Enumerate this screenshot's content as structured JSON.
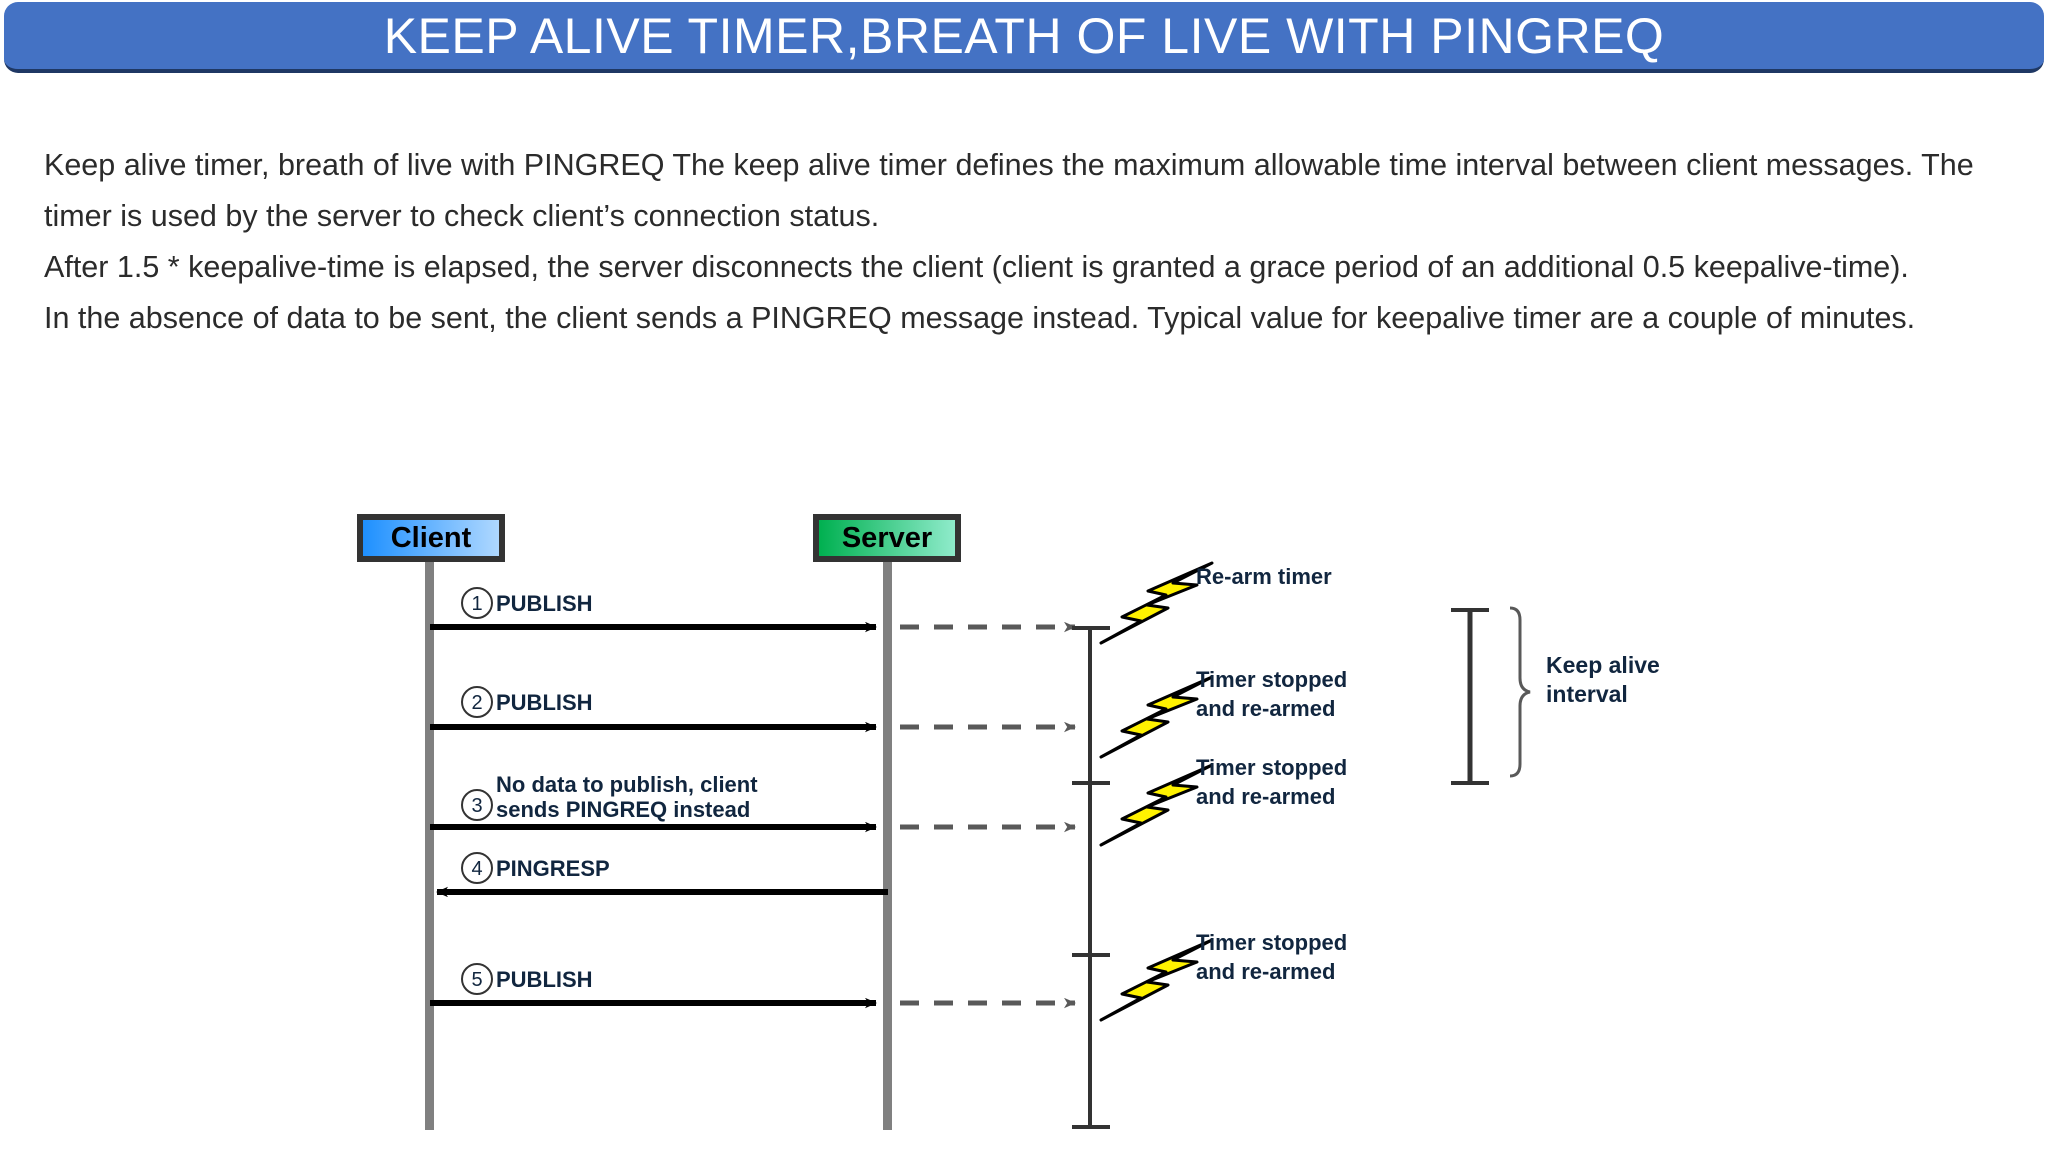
{
  "slide": {
    "title": "KEEP ALIVE TIMER,BREATH OF LIVE WITH PINGREQ",
    "title_bg_color": "#4472C4",
    "title_text_color": "#FFFFFF",
    "body_paragraphs": [
      "Keep alive timer, breath of live with PINGREQ The keep alive timer defines the maximum allowable time interval between client messages. The timer is used by the server to check client’s connection status.",
      " After 1.5 * keepalive-time is elapsed, the server disconnects the client (client is granted a grace period of an additional 0.5 keepalive-time).",
      "In the absence of data to be sent, the client sends a PINGREQ message instead. Typical value for keepalive timer are a couple of minutes."
    ]
  },
  "diagram": {
    "type": "sequence-diagram",
    "participants": [
      {
        "label": "Client",
        "color_start": "#1E90FF",
        "color_end": "#AFD8FF"
      },
      {
        "label": "Server",
        "color_start": "#00B050",
        "color_end": "#8FEBCB"
      }
    ],
    "messages": [
      {
        "number": "1",
        "label": "PUBLISH",
        "direction": "client-to-server"
      },
      {
        "number": "2",
        "label": "PUBLISH",
        "direction": "client-to-server"
      },
      {
        "number": "3",
        "label_line1": "No data to publish, client",
        "label_line2": "sends PINGREQ instead",
        "direction": "client-to-server"
      },
      {
        "number": "4",
        "label": "PINGRESP",
        "direction": "server-to-client"
      },
      {
        "number": "5",
        "label": "PUBLISH",
        "direction": "client-to-server"
      }
    ],
    "timer_events": [
      {
        "label_line1": "Re-arm timer",
        "label_line2": ""
      },
      {
        "label_line1": "Timer stopped",
        "label_line2": "and re-armed"
      },
      {
        "label_line1": "Timer stopped",
        "label_line2": "and re-armed"
      },
      {
        "label_line1": "Timer stopped",
        "label_line2": "and re-armed"
      }
    ],
    "interval_annotation": {
      "label_line1": "Keep alive",
      "label_line2": "interval"
    },
    "bolt_color": "#FFF200",
    "lifeline_color": "#808080"
  }
}
